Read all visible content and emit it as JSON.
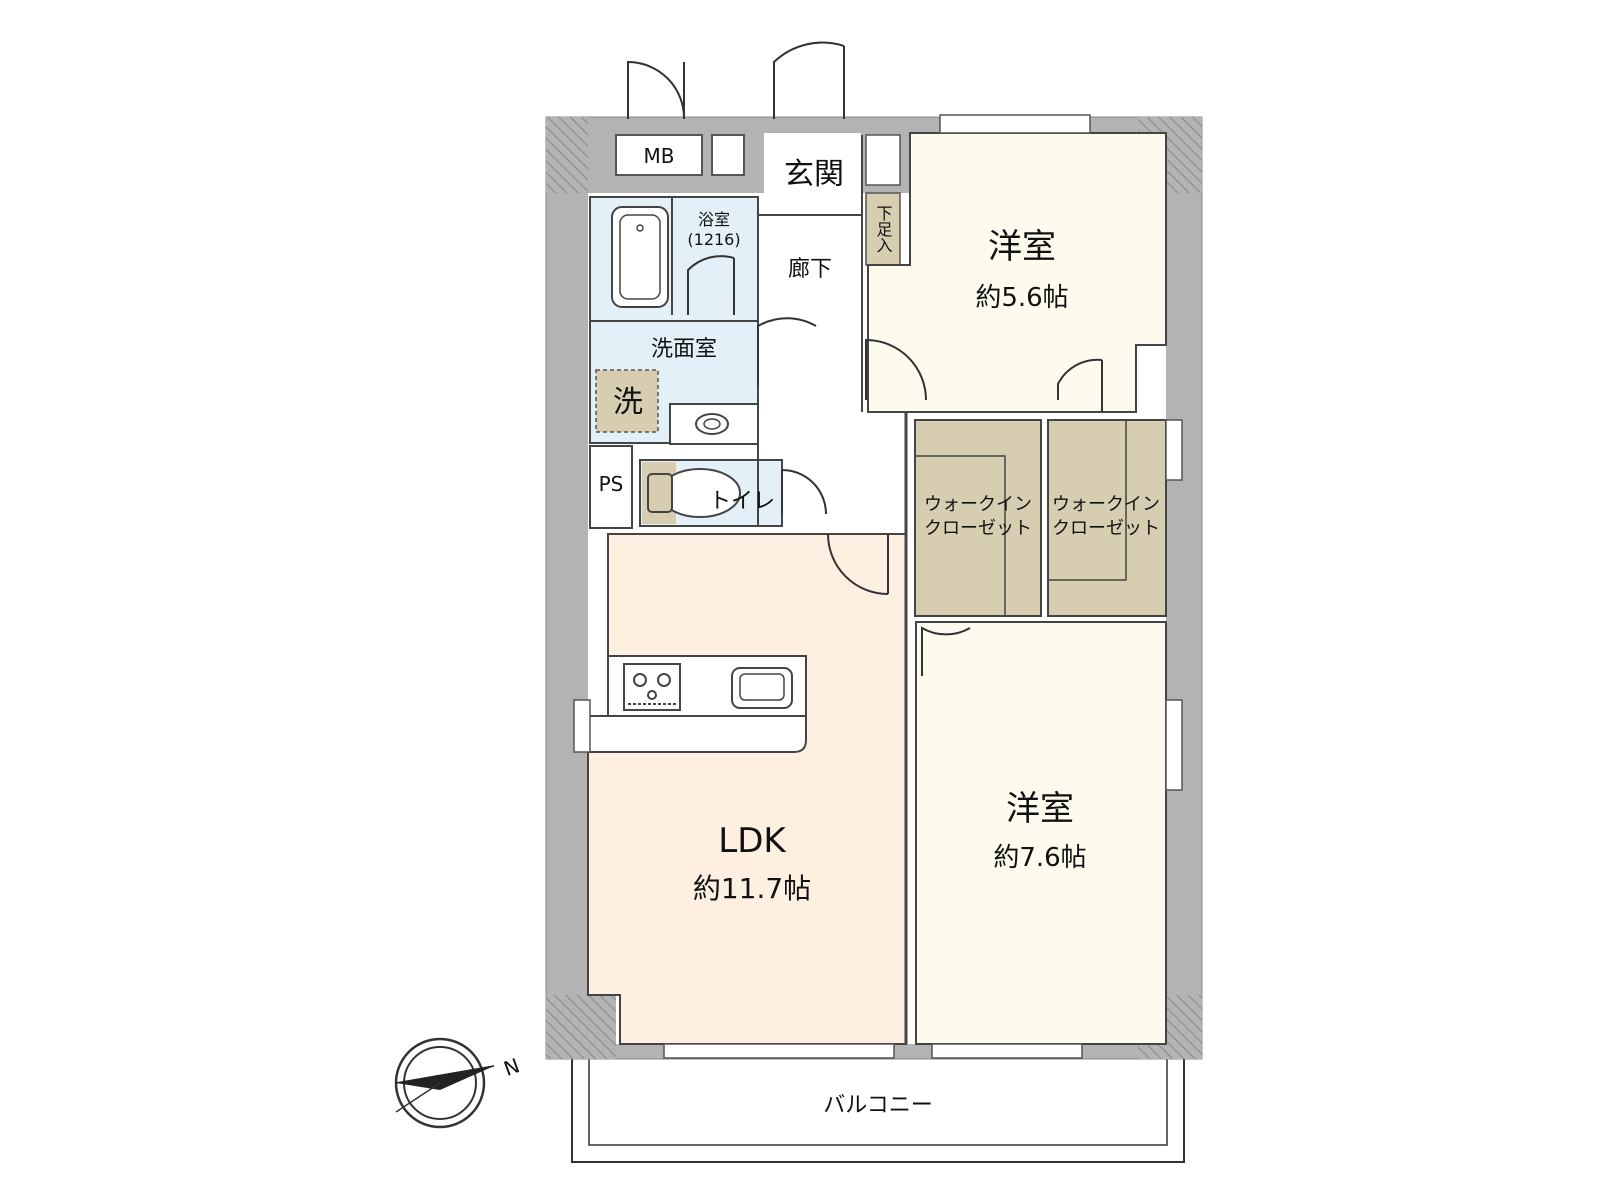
{
  "colors": {
    "wall": "#b3b3b3",
    "wall_edge": "#8c8c8c",
    "ldk": "#fdf0e0",
    "room": "#fdfbee",
    "wet": "#e3f0f8",
    "closet": "#d7cdb1",
    "corridor": "#ffffff",
    "line": "#222222"
  },
  "icons": [
    "compass-icon",
    "bathtub-icon",
    "sink-icon",
    "toilet-icon",
    "stove-icon",
    "kitchen-sink-icon",
    "washer-icon"
  ],
  "labels": {
    "mb": "MB",
    "genkan": "玄関",
    "shoe_box": "下足入",
    "bathroom": "浴室",
    "bathroom_size": "(1216)",
    "corridor": "廊下",
    "washroom": "洗面室",
    "washer": "洗",
    "ps": "PS",
    "toilet": "トイレ",
    "wic_label_1": "ウォークイン",
    "wic_label_2": "クローゼット",
    "room": "洋室",
    "room1_area": "約5.6帖",
    "room2_area": "約7.6帖",
    "ldk": "LDK",
    "ldk_area": "約11.7帖",
    "balcony": "バルコニー",
    "north": "N"
  }
}
